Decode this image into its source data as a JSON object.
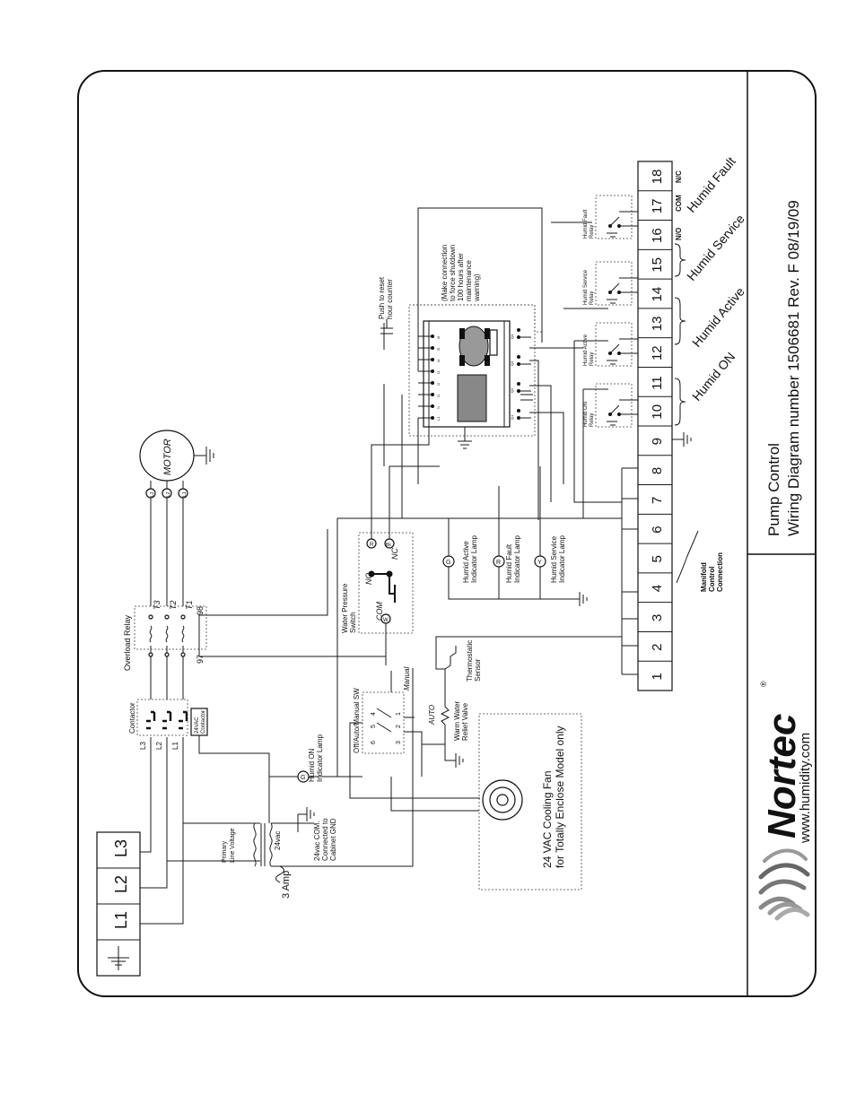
{
  "title": {
    "line1": "Pump Control",
    "line2": "Wiring Diagram number 1506681  Rev. F  08/19/09"
  },
  "brand": {
    "name": "Nortec",
    "reg": "®",
    "url": "www.humidity.com"
  },
  "supply": {
    "ground_label": "",
    "lines": [
      "L1",
      "L2",
      "L3"
    ]
  },
  "transformer": {
    "primary": [
      "Primary",
      "Line Voltage"
    ],
    "secondary": "24vac",
    "fuse": "3 Amp",
    "com_note": [
      "24vac COM.",
      "Connected to",
      "Cabinet GND"
    ]
  },
  "contactor": {
    "title": "Contactor",
    "poles": [
      "L3",
      "L2",
      "L1"
    ],
    "coil": [
      "24VAC",
      "Contactor"
    ]
  },
  "overload": {
    "title": "Overload Relay",
    "terminals": [
      "T3",
      "T2",
      "T1"
    ],
    "aux": [
      "97",
      "98"
    ]
  },
  "motor": {
    "label": "MOTOR",
    "leads": [
      "L3",
      "L2",
      "L1"
    ]
  },
  "lamps": {
    "humid_on": {
      "letter": "G",
      "label": [
        "Humid ON",
        "Indicator Lamp"
      ]
    },
    "humid_active": {
      "letter": "G",
      "label": [
        "Humid Active",
        "Indicator Lamp"
      ]
    },
    "humid_fault": {
      "letter": "R",
      "label": [
        "Humid Fault",
        "Indicator Lamp"
      ]
    },
    "humid_service": {
      "letter": "Y",
      "label": [
        "Humid Service",
        "Indicator Lamp"
      ]
    }
  },
  "switch": {
    "title": "Off/Auto/Manual SW",
    "pins": [
      "4",
      "5",
      "6",
      "1",
      "2",
      "3"
    ],
    "manual": "Manual",
    "auto": "AUTO"
  },
  "pressure_switch": {
    "title": [
      "Water Pressure",
      "Switch"
    ],
    "com": "COM",
    "no": "NO",
    "nc": "NC",
    "w": "W",
    "r": "R",
    "bk": "Bk"
  },
  "valve": {
    "label": [
      "Warm Water",
      "Relief Valve"
    ]
  },
  "sensor": {
    "label": [
      "Thermostatic",
      "Sensor"
    ]
  },
  "fan": {
    "label": [
      "24 VAC Cooling Fan",
      "for Totally Enclose Model only"
    ]
  },
  "controller": {
    "top_pins": [
      "L1",
      "N",
      "I1",
      "I2",
      "I3",
      "I4",
      "I5",
      "I6"
    ],
    "bottom_pins": [
      "Q1",
      "Q2",
      "Q3",
      "Q4"
    ],
    "reset": [
      "Push to reset",
      "hour counter"
    ],
    "note": [
      "(Make connection",
      "to force shutdown",
      "100 hours after",
      "maintenance",
      "warning)"
    ]
  },
  "relays": {
    "on": [
      "Humid ON",
      "Relay"
    ],
    "active": [
      "Humid Active",
      "Relay"
    ],
    "service": [
      "Humid Service",
      "Relay"
    ],
    "fault": [
      "Humid Fault",
      "Relay"
    ]
  },
  "terminal_strip": {
    "numbers": [
      "1",
      "2",
      "3",
      "4",
      "5",
      "6",
      "7",
      "8",
      "9",
      "10",
      "11",
      "12",
      "13",
      "14",
      "15",
      "16",
      "17",
      "18"
    ],
    "contacts": [
      "N/O",
      "COM",
      "N/C"
    ],
    "manifold": [
      "Manifold",
      "Control",
      "Connection"
    ]
  },
  "outputs": {
    "humid_on": "Humid ON",
    "humid_active": "Humid Active",
    "humid_service": "Humid Service",
    "humid_fault": "Humid Fault"
  }
}
